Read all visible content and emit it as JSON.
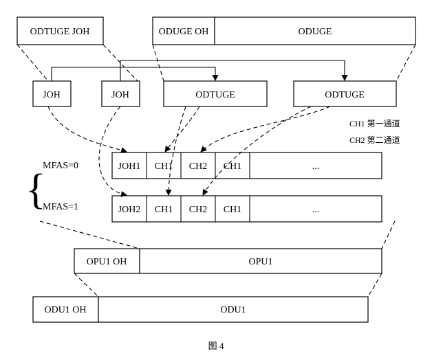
{
  "top": {
    "odtuge_joh_label": "ODTUGE JOH",
    "oduge_oh_label": "ODUGE OH",
    "oduge_label": "ODUGE"
  },
  "middle": {
    "joh_a": "JOH",
    "joh_b": "JOH",
    "odtuge_a": "ODTUGE",
    "odtuge_b": "ODTUGE"
  },
  "legend": {
    "ch1": "CH1 第一通道",
    "ch2": "CH2 第二通道"
  },
  "frames": {
    "brace": "{",
    "row0": {
      "mfas": "MFAS=0",
      "cells": [
        "JOH1",
        "CH1",
        "CH2",
        "CH1",
        "..."
      ]
    },
    "row1": {
      "mfas": "MFAS=1",
      "cells": [
        "JOH2",
        "CH1",
        "CH2",
        "CH1",
        "..."
      ]
    }
  },
  "opu": {
    "oh_label": "OPU1 OH",
    "label": "OPU1"
  },
  "odu": {
    "oh_label": "ODU1 OH",
    "label": "ODU1"
  },
  "caption": "图 4"
}
